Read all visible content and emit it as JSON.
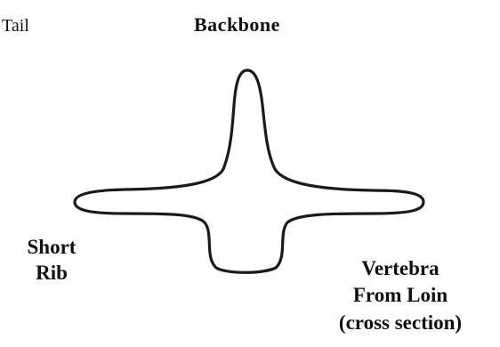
{
  "labels": {
    "tail": "Tail",
    "backbone": "Backbone",
    "short_rib": [
      "Short",
      "Rib"
    ],
    "vertebra": [
      "Vertebra",
      "From Loin",
      "(cross section)"
    ]
  },
  "style": {
    "outline_color": "#1a1a1a",
    "background": "#ffffff"
  }
}
